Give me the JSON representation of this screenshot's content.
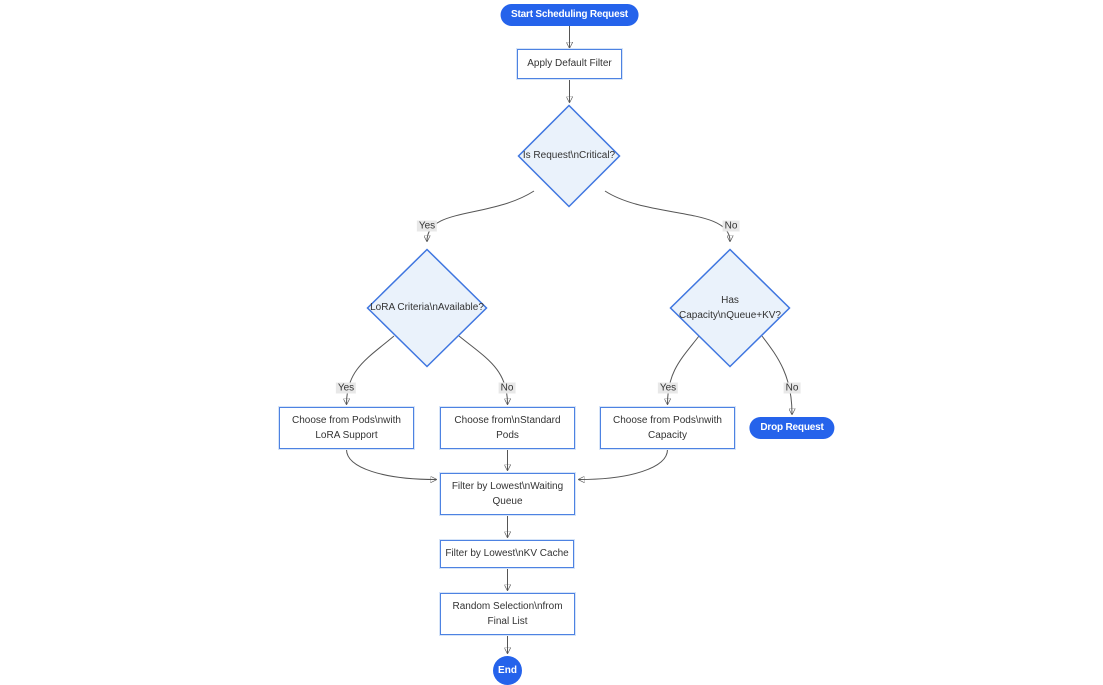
{
  "diagram": {
    "type": "flowchart",
    "colors": {
      "stadium_fill": "#2563eb",
      "stadium_text": "#ffffff",
      "process_fill": "#ffffff",
      "process_border": "#4d82e2",
      "decision_fill": "#eaf2fb",
      "decision_border": "#3f76e0",
      "node_text": "#333333",
      "edge_line": "#555555",
      "arrowhead": "#333333",
      "edge_label_bg": "#e8e8e8",
      "edge_label_text": "#333333",
      "background": "#ffffff"
    },
    "nodes": [
      {
        "id": "start",
        "type": "stadium",
        "label": "Start Scheduling Request"
      },
      {
        "id": "apply_filter",
        "type": "process",
        "label": "Apply Default Filter"
      },
      {
        "id": "is_critical",
        "type": "decision",
        "label": "Is Request\\nCritical?"
      },
      {
        "id": "lora_criteria",
        "type": "decision",
        "label": "LoRA Criteria\\nAvailable?"
      },
      {
        "id": "has_capacity",
        "type": "decision",
        "label": "Has Capacity\\nQueue+KV?"
      },
      {
        "id": "choose_lora_pods",
        "type": "process",
        "label": "Choose from Pods\\nwith LoRA Support"
      },
      {
        "id": "choose_standard_pods",
        "type": "process",
        "label": "Choose from\\nStandard Pods"
      },
      {
        "id": "choose_capacity_pods",
        "type": "process",
        "label": "Choose from Pods\\nwith Capacity"
      },
      {
        "id": "drop_request",
        "type": "stadium",
        "label": "Drop Request"
      },
      {
        "id": "filter_waiting_queue",
        "type": "process",
        "label": "Filter by Lowest\\nWaiting Queue"
      },
      {
        "id": "filter_kv_cache",
        "type": "process",
        "label": "Filter by Lowest\\nKV Cache"
      },
      {
        "id": "random_selection",
        "type": "process",
        "label": "Random Selection\\nfrom Final List"
      },
      {
        "id": "end",
        "type": "circle",
        "label": "End"
      }
    ],
    "edges": [
      {
        "from": "start",
        "to": "apply_filter",
        "label": ""
      },
      {
        "from": "apply_filter",
        "to": "is_critical",
        "label": ""
      },
      {
        "from": "is_critical",
        "to": "lora_criteria",
        "label": "Yes"
      },
      {
        "from": "is_critical",
        "to": "has_capacity",
        "label": "No"
      },
      {
        "from": "lora_criteria",
        "to": "choose_lora_pods",
        "label": "Yes"
      },
      {
        "from": "lora_criteria",
        "to": "choose_standard_pods",
        "label": "No"
      },
      {
        "from": "has_capacity",
        "to": "choose_capacity_pods",
        "label": "Yes"
      },
      {
        "from": "has_capacity",
        "to": "drop_request",
        "label": "No"
      },
      {
        "from": "choose_lora_pods",
        "to": "filter_waiting_queue",
        "label": ""
      },
      {
        "from": "choose_standard_pods",
        "to": "filter_waiting_queue",
        "label": ""
      },
      {
        "from": "choose_capacity_pods",
        "to": "filter_waiting_queue",
        "label": ""
      },
      {
        "from": "filter_waiting_queue",
        "to": "filter_kv_cache",
        "label": ""
      },
      {
        "from": "filter_kv_cache",
        "to": "random_selection",
        "label": ""
      },
      {
        "from": "random_selection",
        "to": "end",
        "label": ""
      }
    ]
  }
}
